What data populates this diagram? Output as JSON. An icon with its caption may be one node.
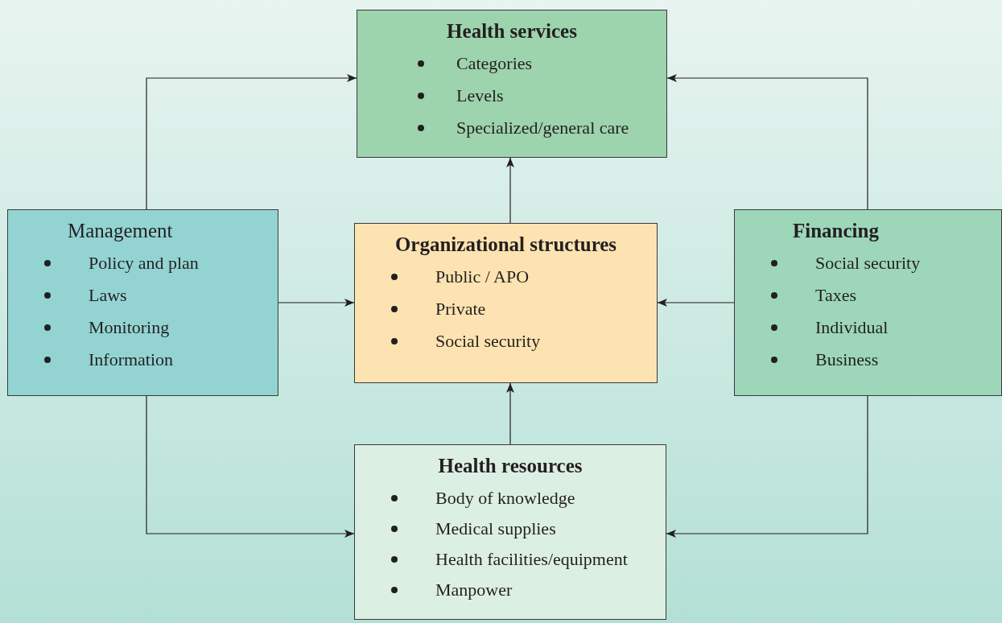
{
  "diagram": {
    "nodes": [
      {
        "text": [
          "Health services",
          "Categories",
          "Levels",
          "Specialized/general care"
        ]
      },
      {
        "text": [
          "Management",
          "Policy and plan",
          "Laws",
          "Monitoring",
          "Information"
        ]
      },
      {
        "text": [
          "Organizational structures",
          "Public / APO",
          "Private",
          "Social security"
        ]
      },
      {
        "text": [
          "Financing",
          "Social security",
          "Taxes",
          "Individual",
          "Business"
        ]
      },
      {
        "text": [
          "Health resources",
          "Body of knowledge",
          "Medical supplies",
          "Health facilities/equipment",
          "Manpower"
        ]
      }
    ],
    "edges": [
      {
        "from": 1,
        "to": 0,
        "arrow": "to"
      },
      {
        "from": 3,
        "to": 0,
        "arrow": "to"
      },
      {
        "from": 2,
        "to": 0,
        "arrow": "to"
      },
      {
        "from": 1,
        "to": 2,
        "arrow": "to"
      },
      {
        "from": 3,
        "to": 2,
        "arrow": "to"
      },
      {
        "from": 4,
        "to": 2,
        "arrow": "to"
      },
      {
        "from": 1,
        "to": 4,
        "arrow": "to"
      },
      {
        "from": 3,
        "to": 4,
        "arrow": "to"
      }
    ]
  }
}
